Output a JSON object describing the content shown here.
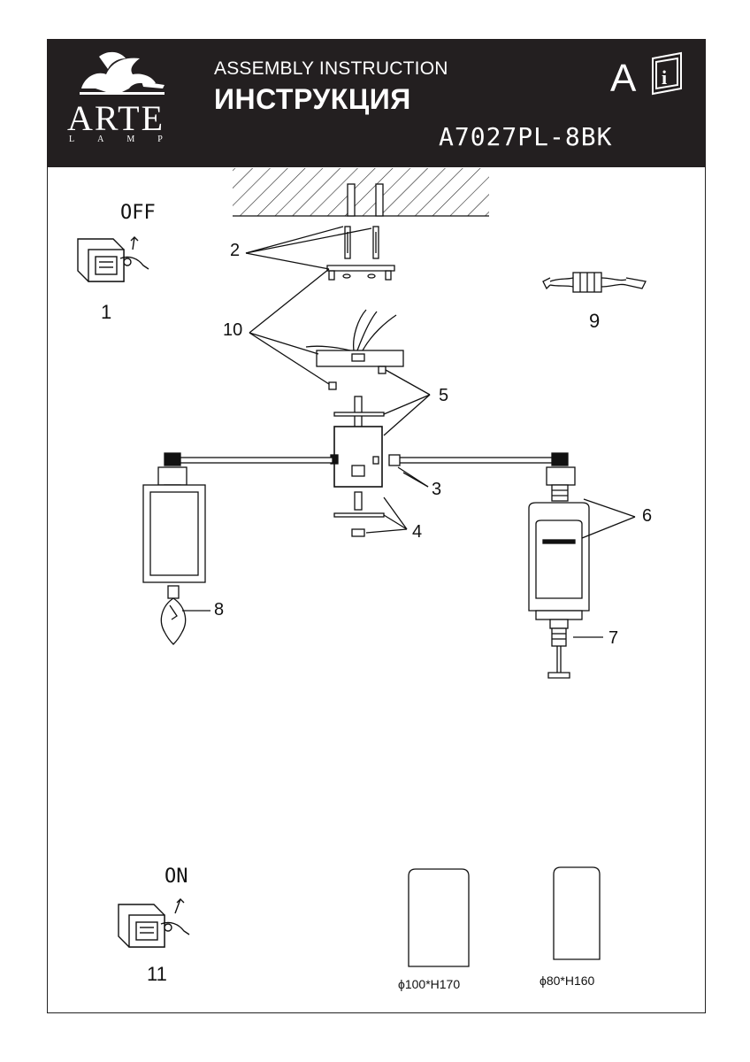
{
  "header": {
    "logo_word": "ARTE",
    "logo_sub": "LAMP",
    "title_en": "ASSEMBLY INSTRUCTION",
    "title_ru": "ИНСТРУКЦИЯ",
    "model": "A7027PL-8BK",
    "badge_letter": "A",
    "info_icon": "info-book-icon"
  },
  "switch_off": {
    "label": "OFF",
    "step": "1"
  },
  "switch_on": {
    "label": "ON",
    "step": "11"
  },
  "callouts": [
    "2",
    "10",
    "9",
    "5",
    "3",
    "6",
    "4",
    "8",
    "7"
  ],
  "shades": [
    {
      "dimension": "ϕ100*H170"
    },
    {
      "dimension": "ϕ80*H160"
    }
  ],
  "colors": {
    "header_bg": "#231f20",
    "line": "#111111"
  }
}
